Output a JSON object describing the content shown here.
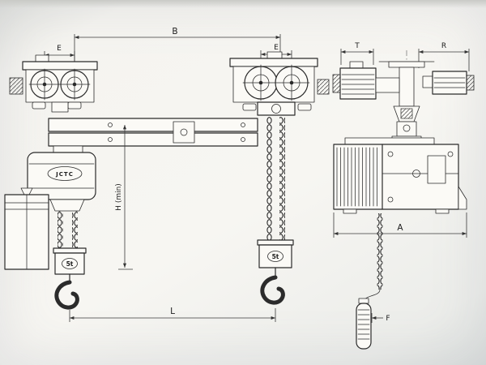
{
  "colors": {
    "ink": "#2b2b2b",
    "paper": "#f5f4f0"
  },
  "drawing": {
    "brand": "JCTC",
    "front_view": {
      "dim_B": "B",
      "dim_E_left": "E",
      "dim_E_right": "E",
      "dim_H_min": "H (min)",
      "dim_L": "L",
      "hook_capacity_left": "5t",
      "hook_capacity_right": "5t"
    },
    "side_view": {
      "dim_T": "T",
      "dim_R": "R",
      "dim_A": "A",
      "dim_F": "F"
    }
  }
}
